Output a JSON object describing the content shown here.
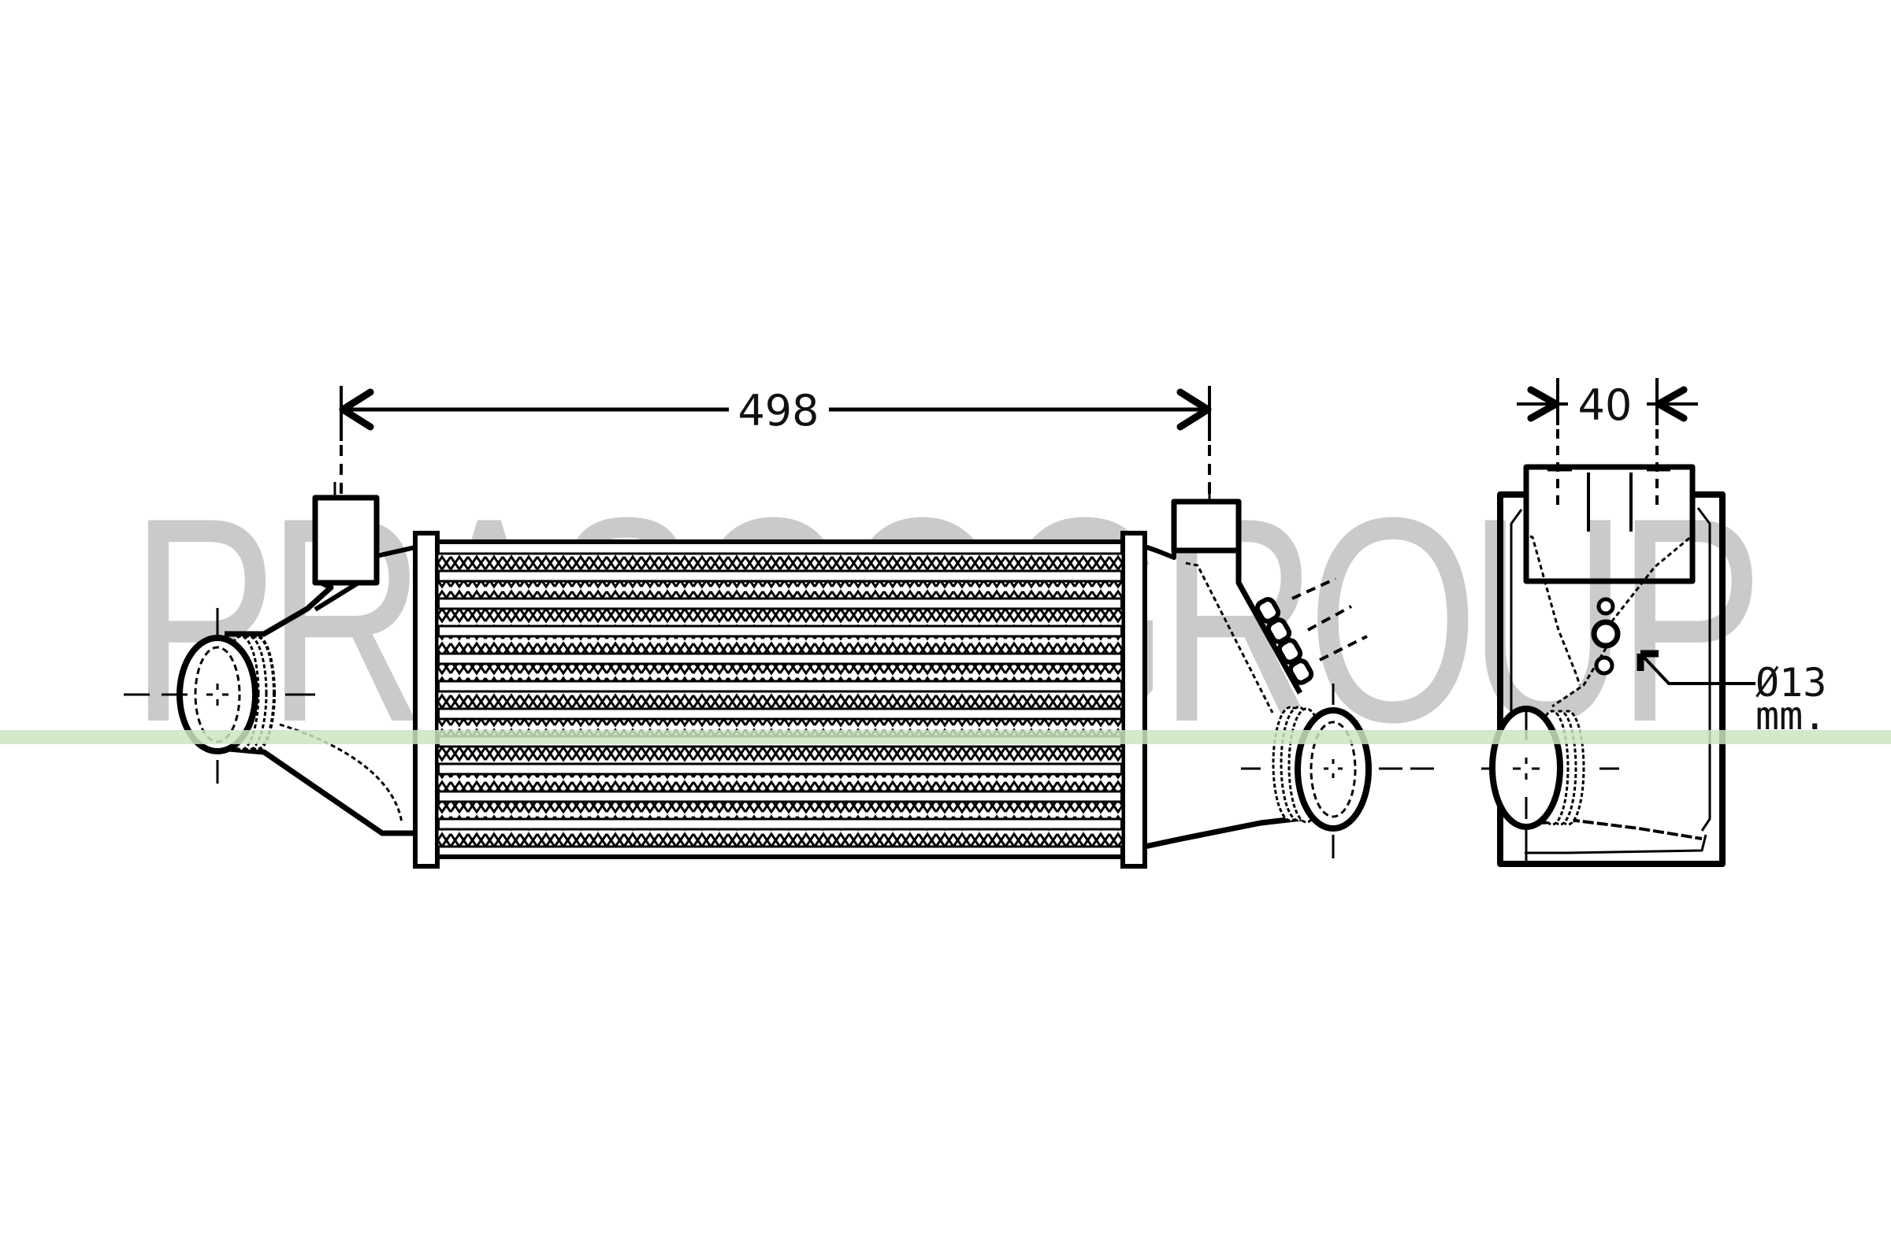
{
  "diagram": {
    "subject": "Intercooler technical drawing",
    "dimensions": {
      "length": {
        "value": "498",
        "label": "498"
      },
      "depth": {
        "value": "40",
        "label": "40"
      },
      "hole": {
        "label": "Ø13",
        "unit": "mm."
      }
    },
    "watermark": {
      "text": "PRASCOGROUP",
      "color": "#b5b5b5"
    },
    "colors": {
      "line": "#000000",
      "background": "#ffffff",
      "guide_line": "#cde5bf",
      "watermark": "#b5b5b5"
    },
    "core": {
      "fin_rows": 11
    }
  }
}
